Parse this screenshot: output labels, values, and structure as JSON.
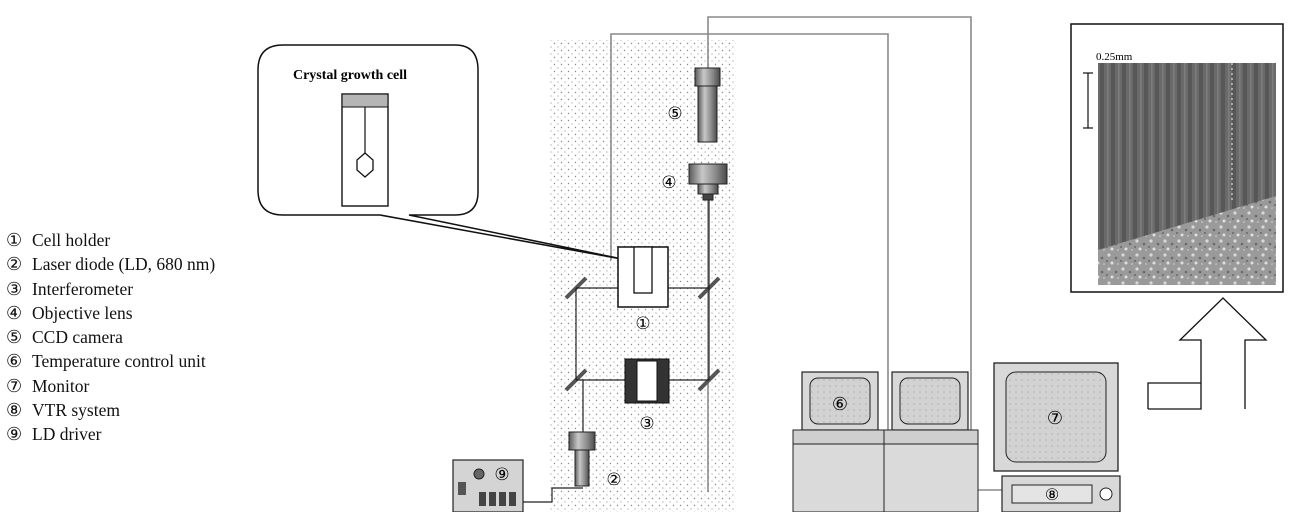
{
  "callout": {
    "title": "Crystal growth cell"
  },
  "micrograph": {
    "scale_label": "0.25mm"
  },
  "legend": [
    {
      "num": "①",
      "label": "Cell holder"
    },
    {
      "num": "②",
      "label": "Laser diode (LD, 680 nm)"
    },
    {
      "num": "③",
      "label": "Interferometer"
    },
    {
      "num": "④",
      "label": "Objective lens"
    },
    {
      "num": "⑤",
      "label": "CCD camera"
    },
    {
      "num": "⑥",
      "label": "Temperature control unit"
    },
    {
      "num": "⑦",
      "label": "Monitor"
    },
    {
      "num": "⑧",
      "label": "VTR system"
    },
    {
      "num": "⑨",
      "label": "LD driver"
    }
  ],
  "markers": {
    "cell_holder": "①",
    "laser_diode": "②",
    "interferometer": "③",
    "objective_lens": "④",
    "ccd_camera": "⑤",
    "temperature_control": "⑥",
    "monitor": "⑦",
    "vtr": "⑧",
    "ld_driver": "⑨"
  }
}
